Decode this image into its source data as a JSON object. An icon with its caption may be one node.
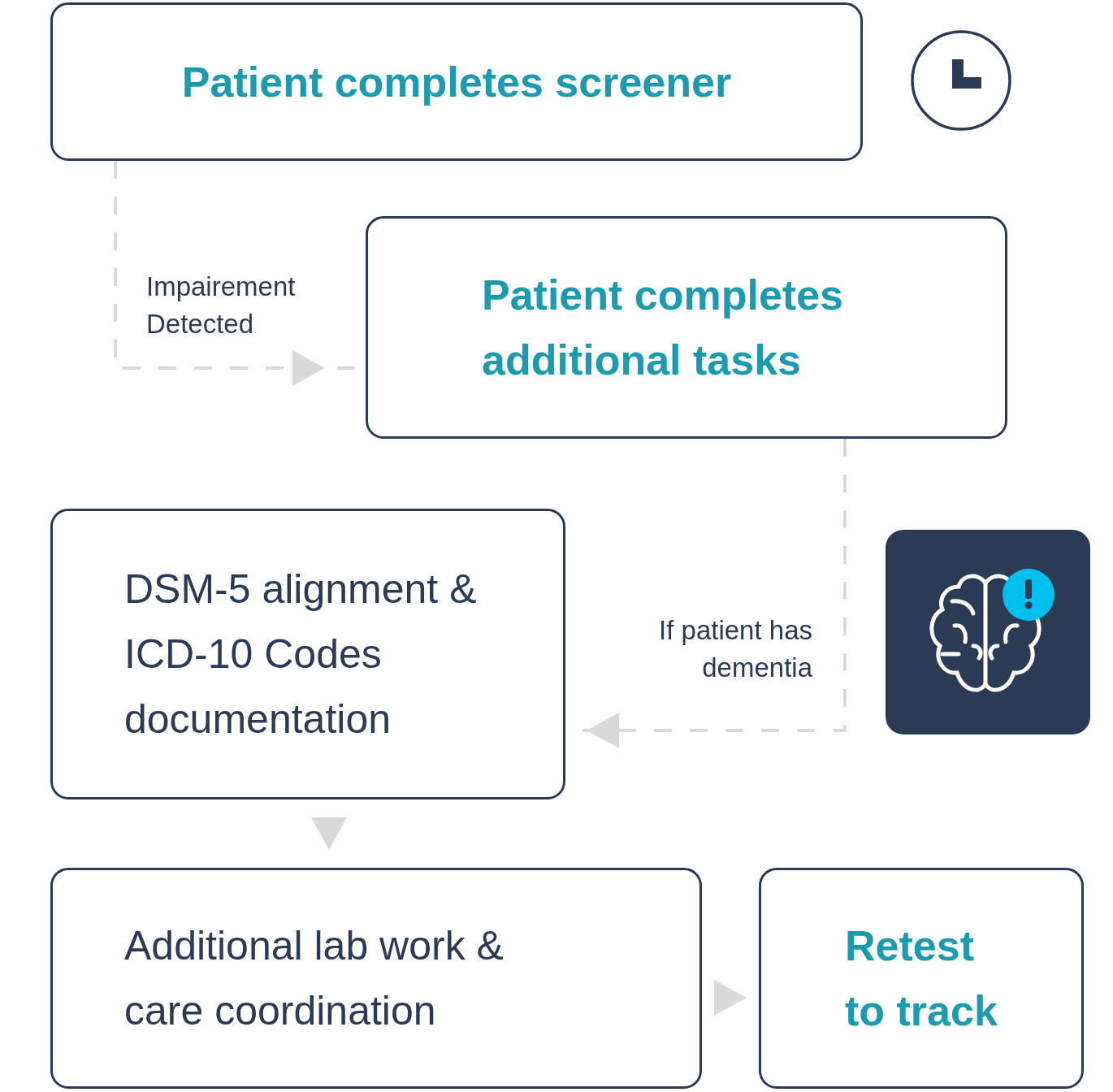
{
  "diagram": {
    "nodes": [
      {
        "text": [
          "Patient completes screener"
        ]
      },
      {
        "text": [
          "Patient completes additional tasks"
        ]
      },
      {
        "text": [
          "DSM-5 alignment & ICD-10 Codes documentation"
        ]
      },
      {
        "text": [
          "Additional lab work & care coordination"
        ]
      },
      {
        "text": [
          "Retest to track"
        ]
      }
    ],
    "edges": [
      {
        "from": 0,
        "to": 1,
        "arrow": "to",
        "label": "Impairement Detected",
        "style": "dashed"
      },
      {
        "from": 1,
        "to": 2,
        "arrow": "to",
        "label": "If patient has dementia",
        "style": "dashed"
      },
      {
        "from": 2,
        "to": 3,
        "arrow": "to"
      },
      {
        "from": 3,
        "to": 4,
        "arrow": "to"
      }
    ]
  }
}
